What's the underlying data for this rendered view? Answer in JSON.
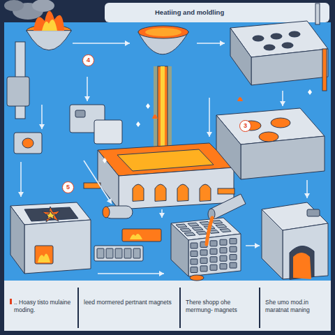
{
  "diagram": {
    "title": "Heatiing and moldling",
    "labels": [
      "4",
      "3",
      "5",
      ".. Hoasy tisto mulaine moding.",
      "leed mormered pertnant magnets",
      "There shopp ohe mermung- magnets",
      "She umo mod.in maratnat maning"
    ]
  }
}
